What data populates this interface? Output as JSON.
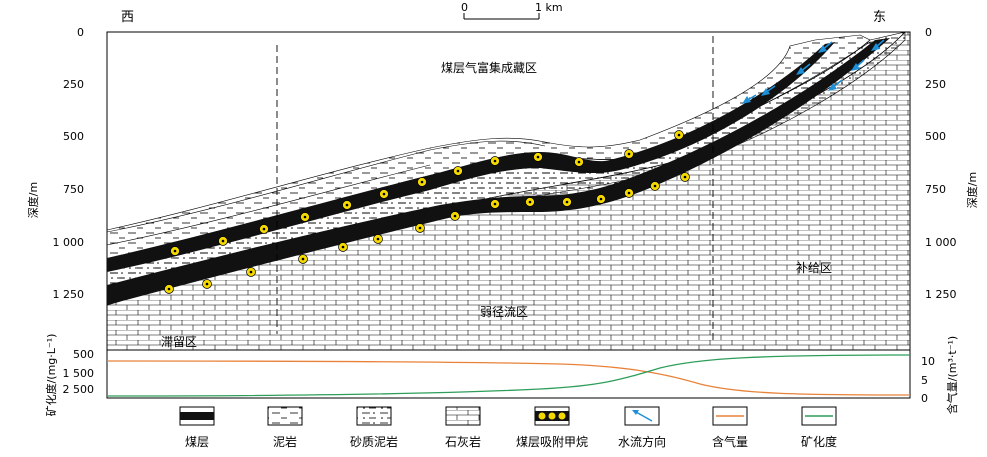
{
  "direction": {
    "west": "西",
    "east": "东"
  },
  "scale_bar": {
    "start": "0",
    "end": "1 km"
  },
  "depth_axis": {
    "label": "深度/m",
    "ticks": [
      "0",
      "250",
      "500",
      "750",
      "1 000",
      "1 250"
    ]
  },
  "zones": {
    "enrichment": "煤层气富集成藏区",
    "weak_runoff": "弱径流区",
    "recharge": "补给区",
    "stagnant": "滞留区"
  },
  "bottom_chart": {
    "left_axis_label": "矿化度/(mg·L⁻¹)",
    "left_ticks": [
      "500",
      "1 500",
      "2 500"
    ],
    "right_axis_label": "含气量/(m³·t⁻¹)",
    "right_ticks": [
      "10",
      "5",
      "0"
    ],
    "colors": {
      "gas_content": "#e8823a",
      "mineralization": "#2e9e5b"
    }
  },
  "legend": [
    {
      "label": "煤层",
      "icon": "coal-seam-icon"
    },
    {
      "label": "泥岩",
      "icon": "mudstone-icon"
    },
    {
      "label": "砂质泥岩",
      "icon": "sandy-mudstone-icon"
    },
    {
      "label": "石灰岩",
      "icon": "limestone-icon"
    },
    {
      "label": "煤层吸附甲烷",
      "icon": "adsorbed-methane-icon"
    },
    {
      "label": "水流方向",
      "icon": "water-flow-arrow-icon"
    },
    {
      "label": "含气量",
      "icon": "gas-content-line-icon"
    },
    {
      "label": "矿化度",
      "icon": "mineralization-line-icon"
    }
  ],
  "colors": {
    "coal": "#111111",
    "methane_dot": "#f5d800",
    "water_arrow": "#1e90d8"
  }
}
